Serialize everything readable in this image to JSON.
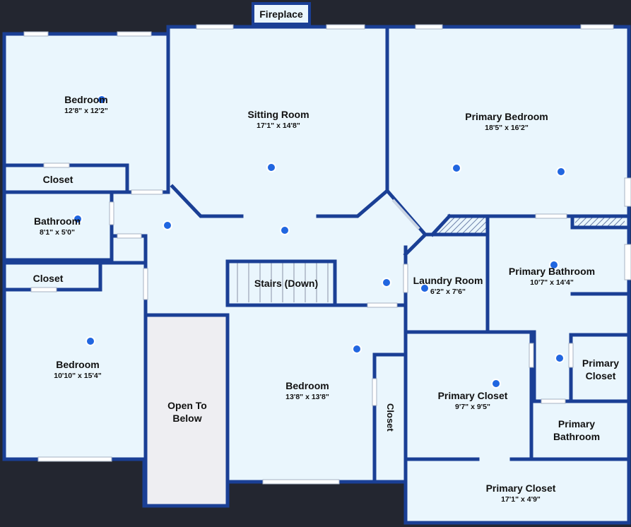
{
  "colors": {
    "background": "#232630",
    "floor": "#eaf6fd",
    "wall": "#1a3f95",
    "open_to_below": "#eeeef2",
    "marker": "#2166e0"
  },
  "fireplace": "Fireplace",
  "rooms": {
    "bedroom_nw": {
      "name": "Bedroom",
      "dims": "12'8\" x 12'2\""
    },
    "closet_nw": {
      "name": "Closet"
    },
    "bathroom_w": {
      "name": "Bathroom",
      "dims": "8'1\" x 5'0\""
    },
    "closet_w": {
      "name": "Closet"
    },
    "bedroom_sw": {
      "name": "Bedroom",
      "dims": "10'10\" x 15'4\""
    },
    "open_to_below": {
      "name": "Open To Below"
    },
    "sitting_room": {
      "name": "Sitting Room",
      "dims": "17'1\" x 14'8\""
    },
    "stairs": {
      "name": "Stairs (Down)"
    },
    "bedroom_s": {
      "name": "Bedroom",
      "dims": "13'8\" x 13'8\""
    },
    "closet_s": {
      "name": "Closet"
    },
    "primary_bedroom": {
      "name": "Primary Bedroom",
      "dims": "18'5\" x 16'2\""
    },
    "laundry_room": {
      "name": "Laundry Room",
      "dims": "6'2\" x 7'6\""
    },
    "primary_bathroom_main": {
      "name": "Primary Bathroom",
      "dims": "10'7\" x 14'4\""
    },
    "primary_closet_small": {
      "name": "Primary Closet"
    },
    "primary_closet_mid": {
      "name": "Primary Closet",
      "dims": "9'7\" x 9'5\""
    },
    "primary_bathroom_small": {
      "name": "Primary Bathroom"
    },
    "primary_closet_bottom": {
      "name": "Primary Closet",
      "dims": "17'1\" x 4'9\""
    }
  }
}
